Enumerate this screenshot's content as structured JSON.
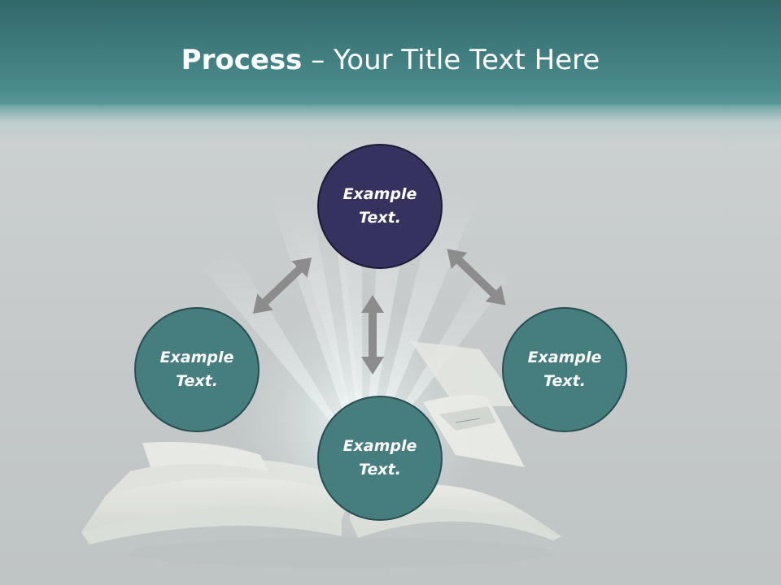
{
  "title": {
    "bold": "Process",
    "dash": " – ",
    "rest": "Your Title Text Here"
  },
  "nodes": {
    "top": {
      "label": "Example\nText."
    },
    "left": {
      "label": "Example\nText."
    },
    "right": {
      "label": "Example\nText."
    },
    "bottom": {
      "label": "Example\nText."
    }
  },
  "colors": {
    "header": "#3e7b7d",
    "node_dark": "#36325f",
    "node_teal": "#467e80",
    "arrow": "#8c8c8c",
    "background": "#c7cbcb"
  }
}
